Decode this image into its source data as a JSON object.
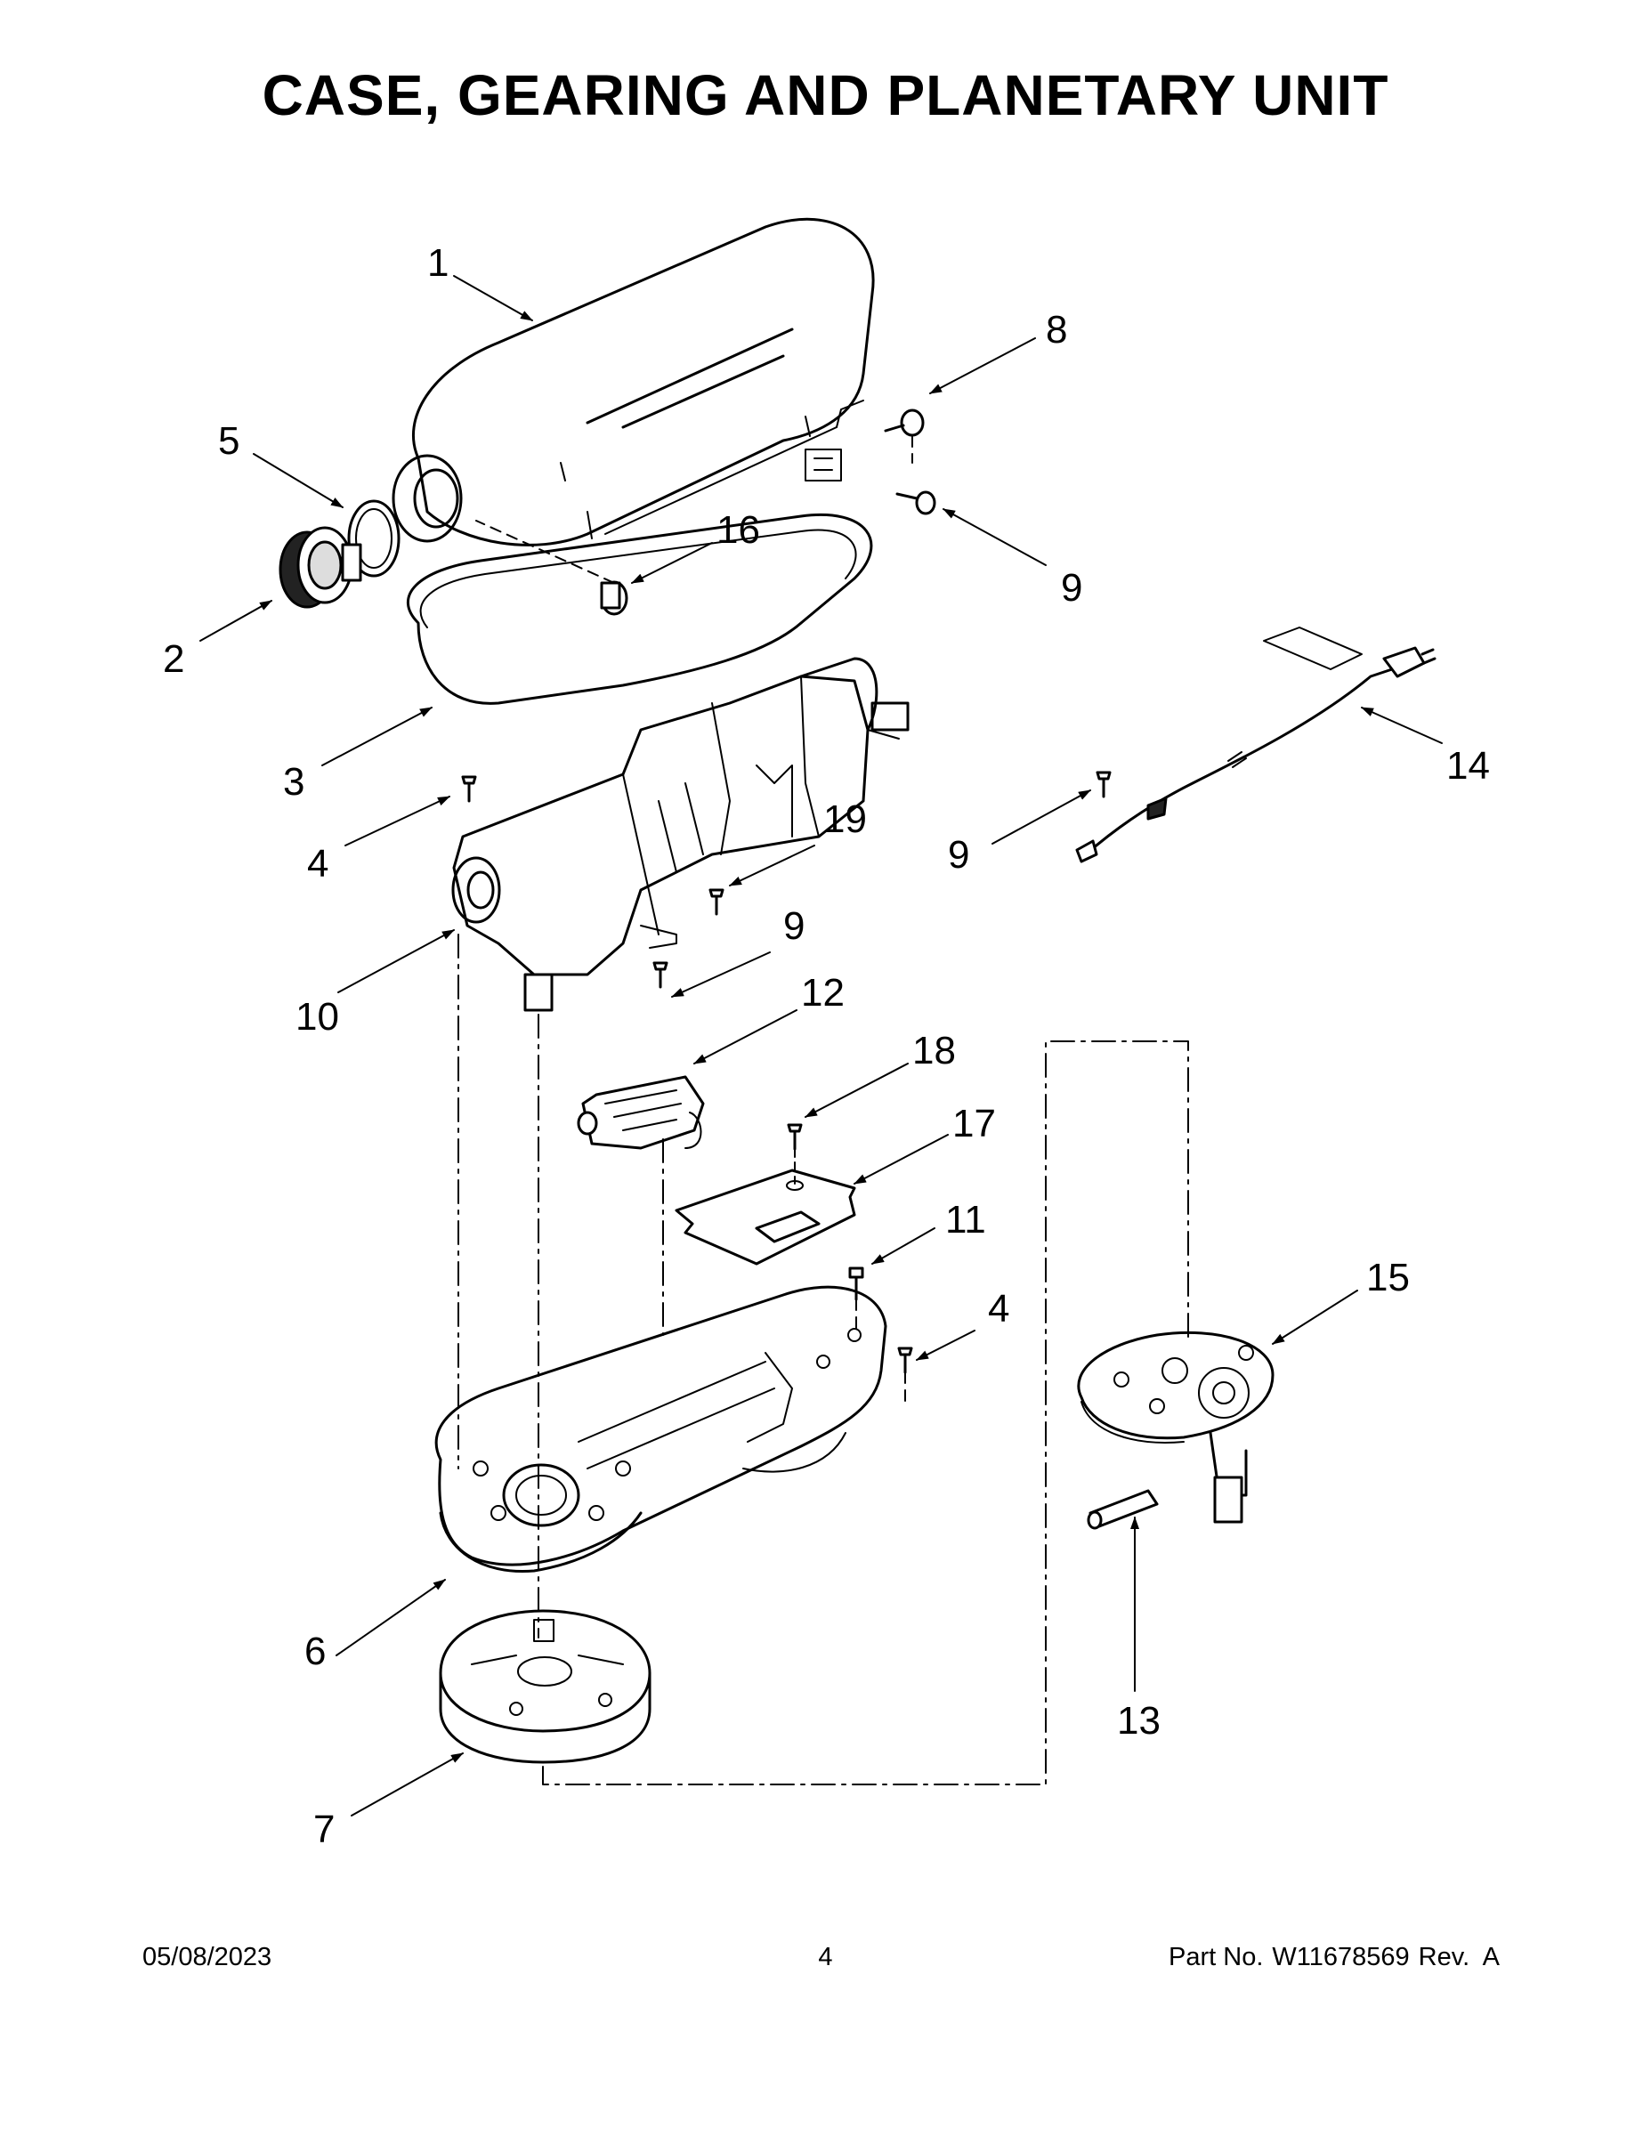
{
  "title": "CASE, GEARING AND PLANETARY UNIT",
  "callouts": [
    "1",
    "2",
    "3",
    "4",
    "5",
    "6",
    "7",
    "8",
    "9",
    "10",
    "11",
    "12",
    "13",
    "14",
    "15",
    "16",
    "17",
    "18",
    "19"
  ],
  "footer": {
    "date": "05/08/2023",
    "page": "4",
    "part_label": "Part No.",
    "part_number": "W11678569",
    "revision": "Rev.  A"
  }
}
